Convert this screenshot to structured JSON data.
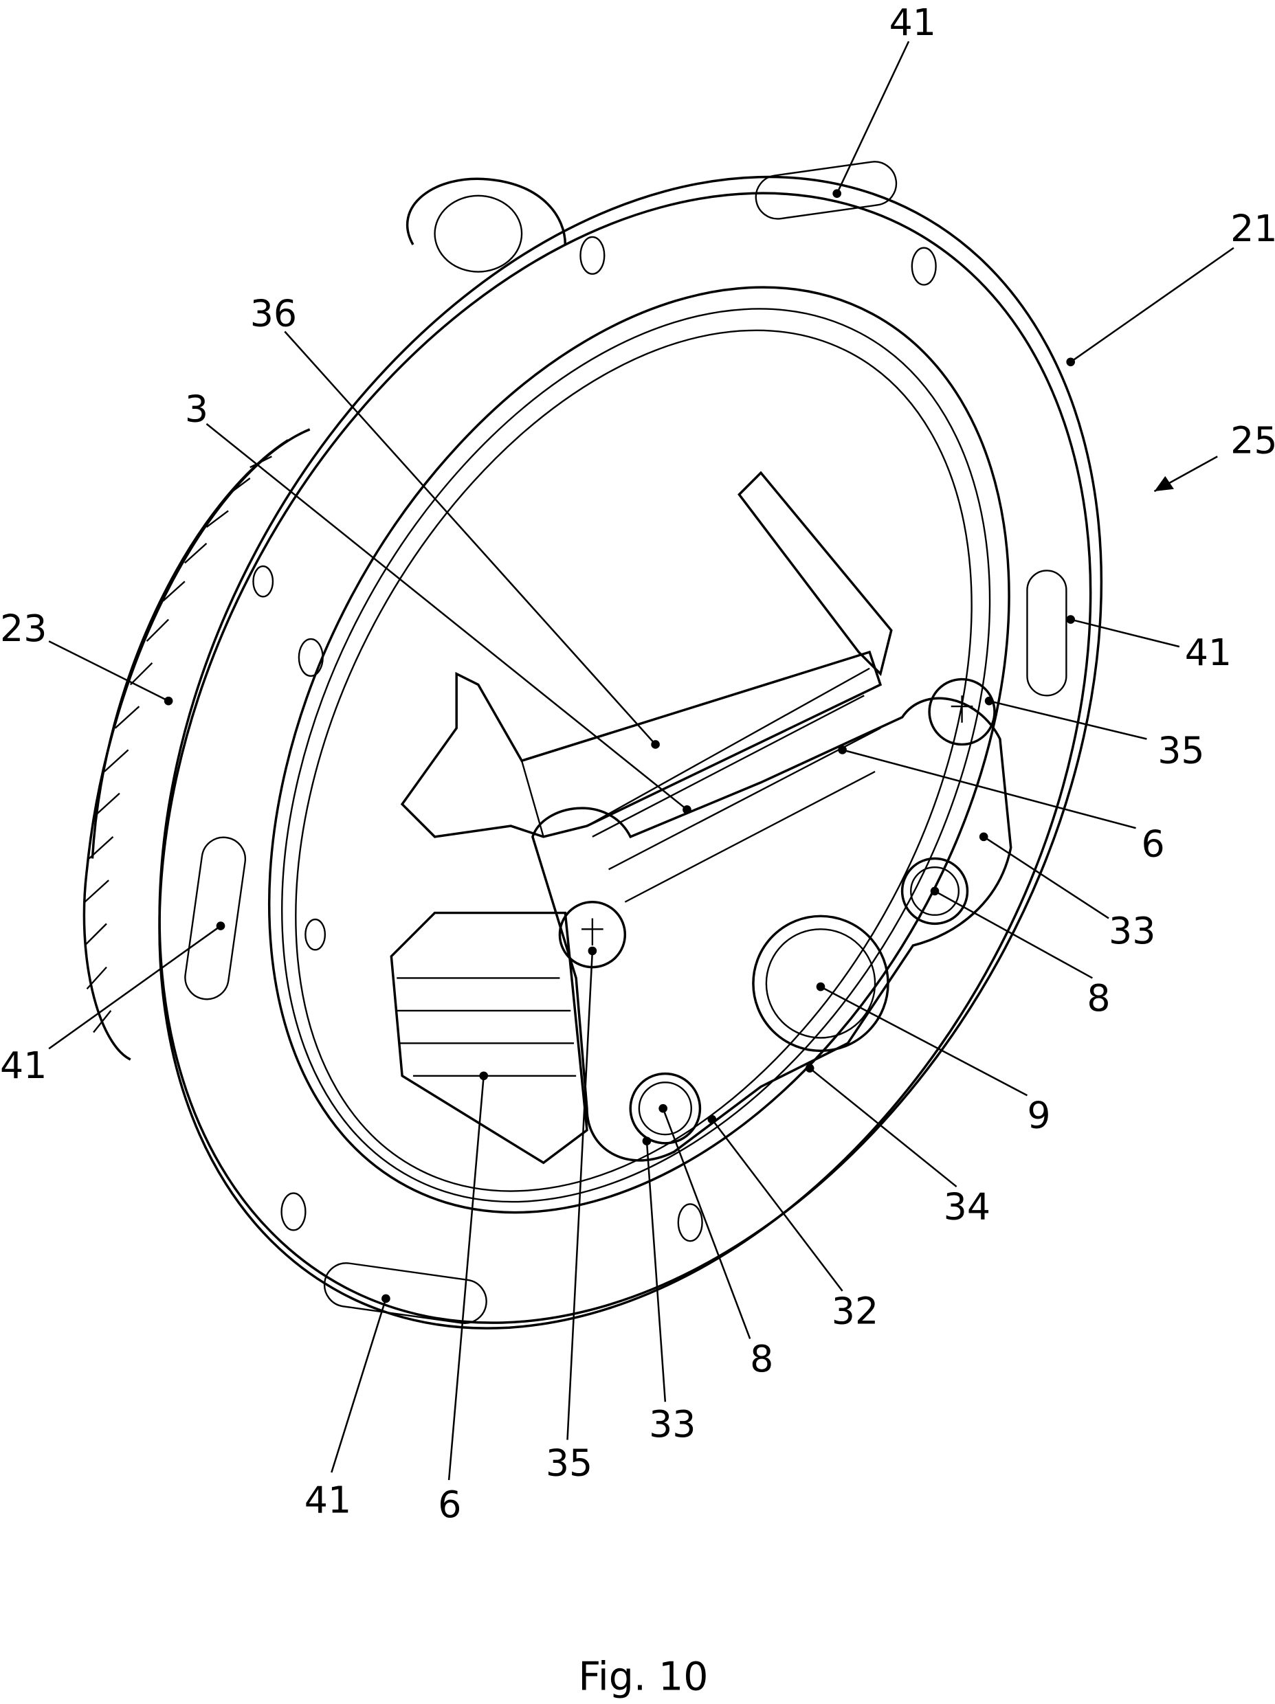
{
  "figure": {
    "caption": "Fig. 10",
    "labels": [
      "41",
      "21",
      "25",
      "36",
      "3",
      "23",
      "41",
      "35",
      "6",
      "33",
      "8",
      "9",
      "41",
      "34",
      "32",
      "8",
      "33",
      "35",
      "6",
      "41"
    ]
  }
}
